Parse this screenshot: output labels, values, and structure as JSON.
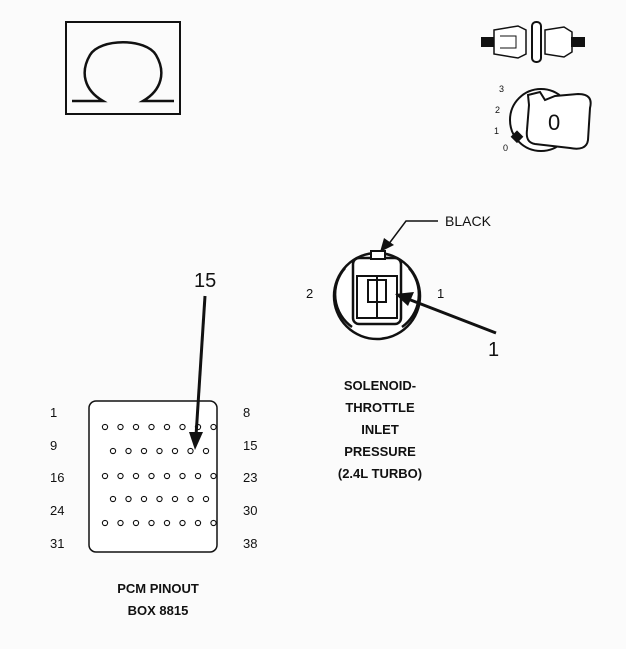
{
  "connector": {
    "wire_color": "BLACK",
    "pin_left": "2",
    "pin_right": "1",
    "callout": "1",
    "caption": [
      "SOLENOID-",
      "THROTTLE",
      "INLET",
      "PRESSURE",
      "(2.4L TURBO)"
    ]
  },
  "pcm": {
    "callout": "15",
    "row_labels_left": [
      "1",
      "9",
      "16",
      "24",
      "31"
    ],
    "row_labels_right": [
      "8",
      "15",
      "23",
      "30",
      "38"
    ],
    "row_pin_counts": [
      8,
      7,
      8,
      7,
      8
    ],
    "highlighted_pin": 15,
    "caption": [
      "PCM PINOUT",
      "BOX 8815"
    ]
  },
  "ignition": {
    "positions": [
      "3",
      "2",
      "1",
      "0"
    ],
    "key_label": "0"
  },
  "icons": [
    "ohm-meter-icon",
    "connector-disconnect-icon",
    "ignition-key-icon"
  ]
}
